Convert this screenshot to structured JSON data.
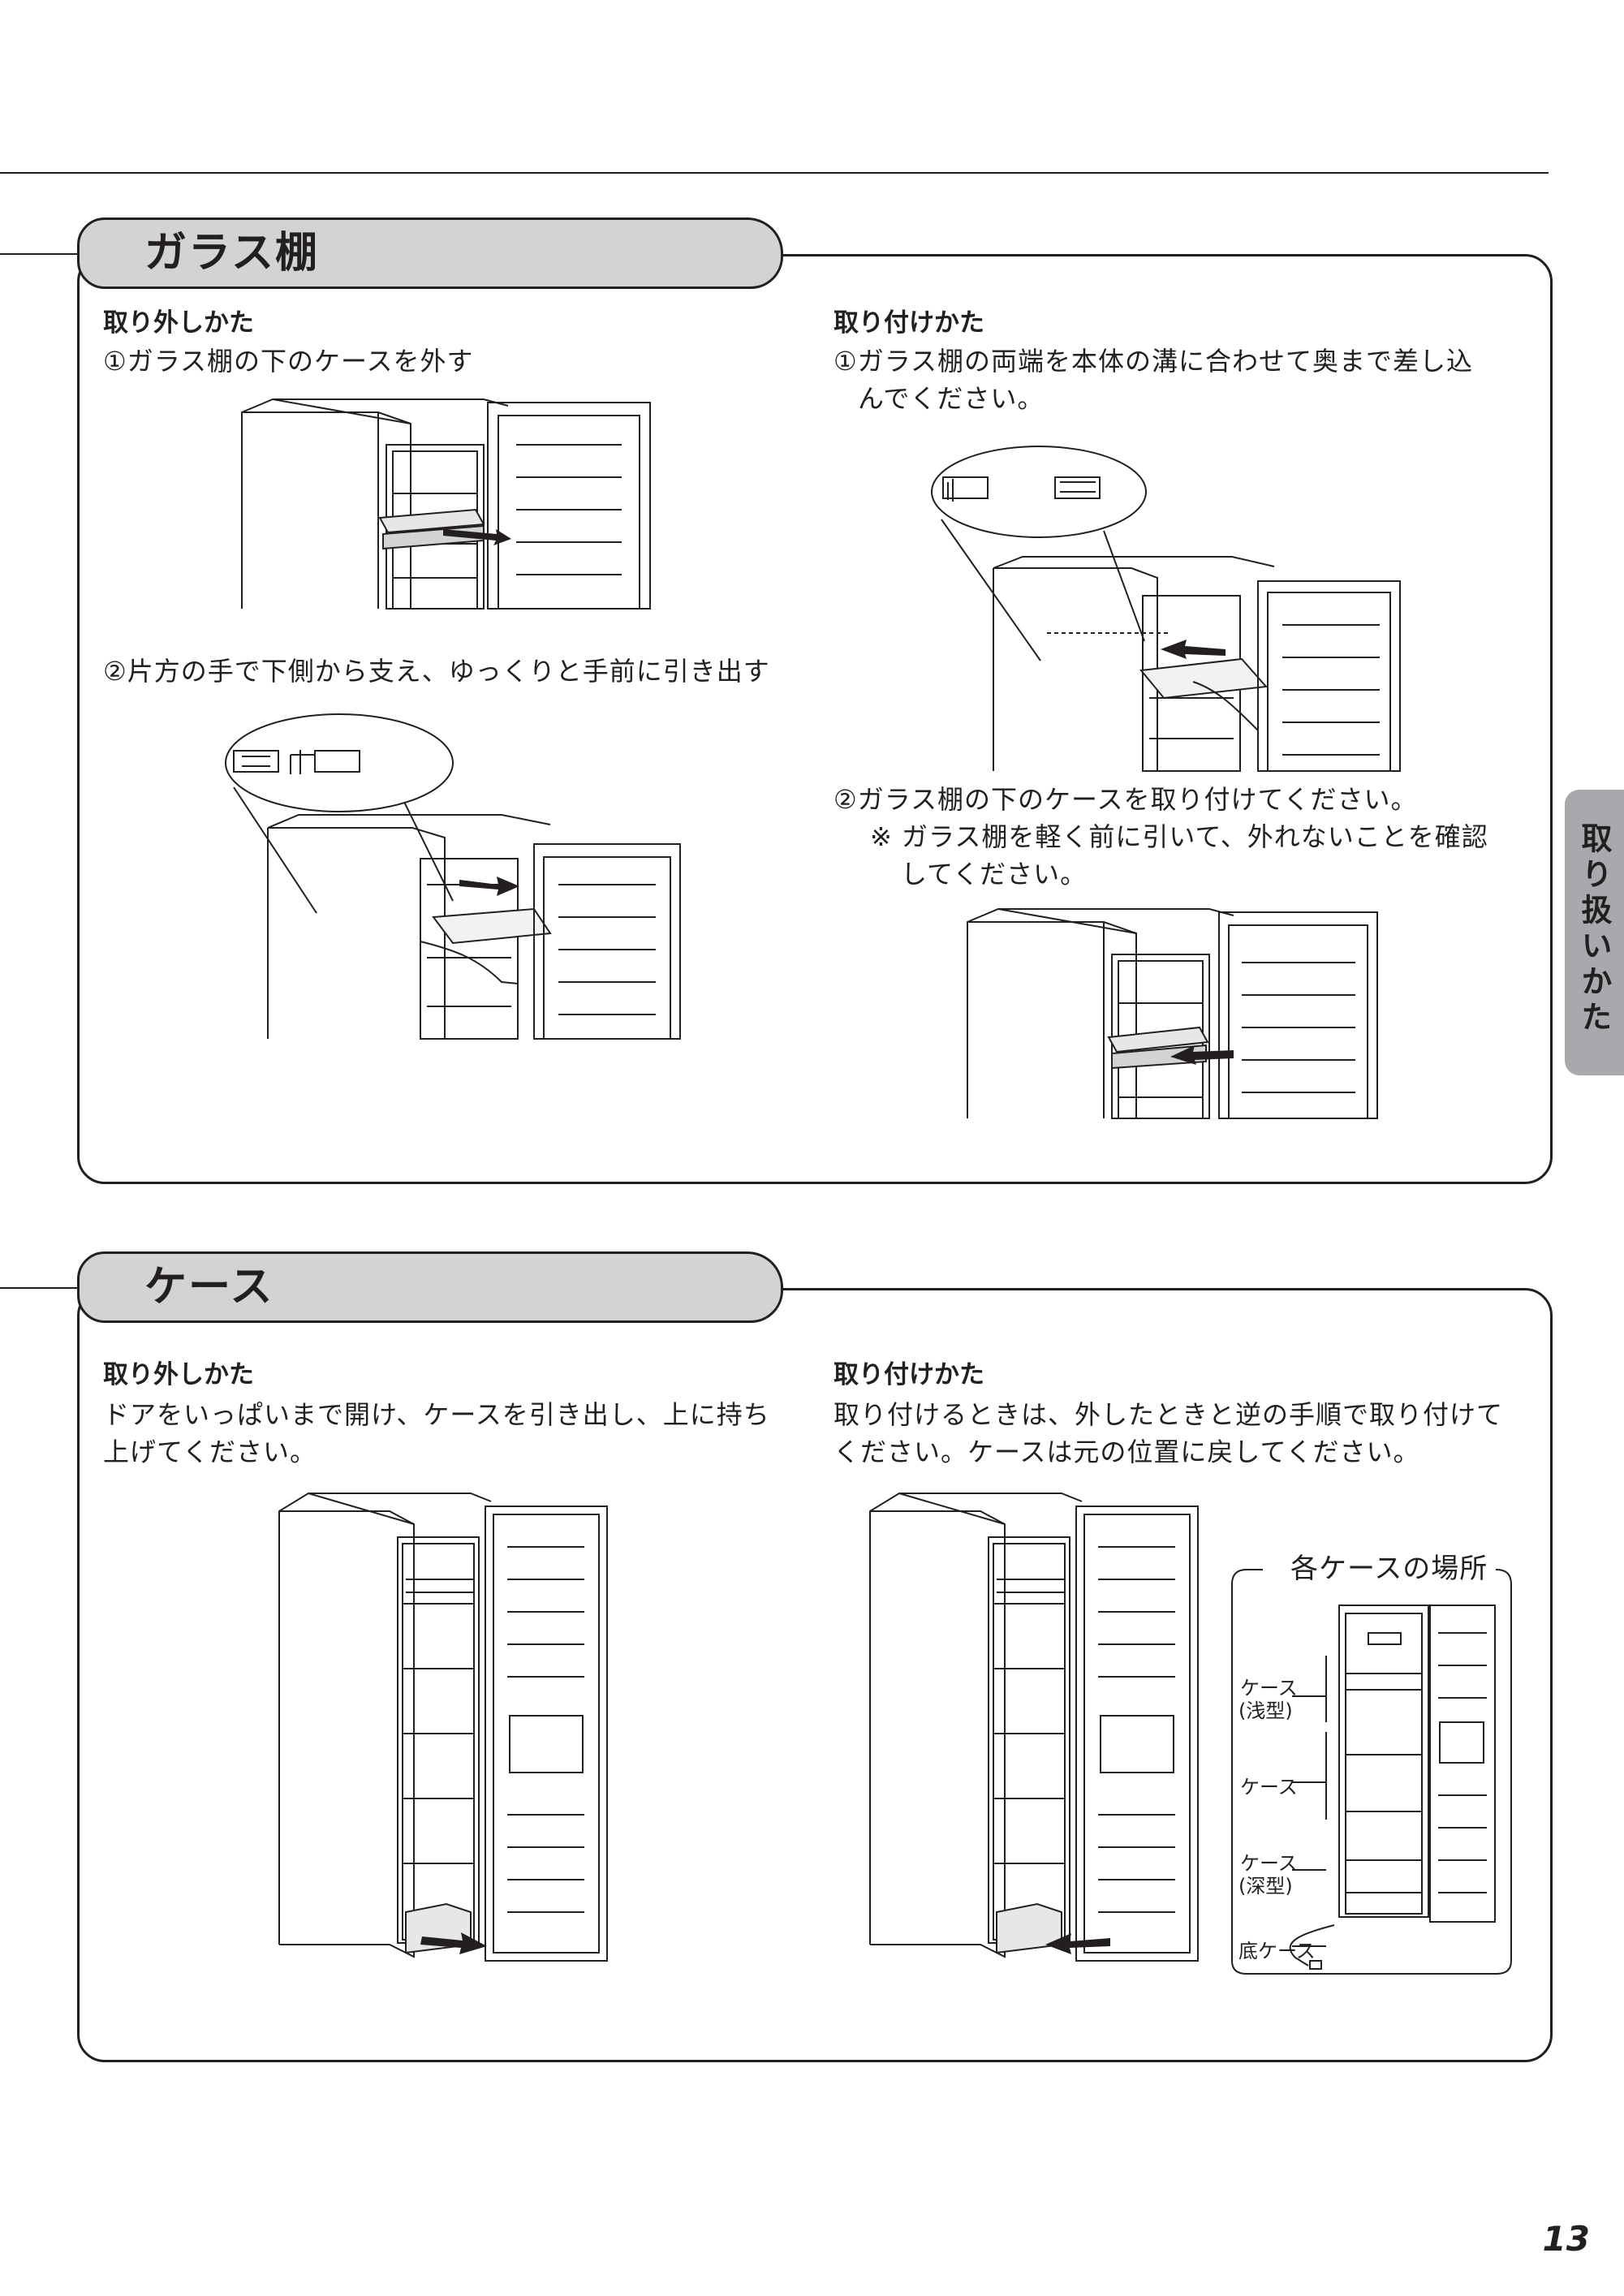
{
  "page_number": "13",
  "side_tab": {
    "label": "取り扱いかた"
  },
  "sections": {
    "glass_shelf": {
      "title": "ガラス棚",
      "removal": {
        "heading": "取り外しかた",
        "step1": "①ガラス棚の下のケースを外す",
        "step2": "②片方の手で下側から支え、ゆっくりと手前に引き出す"
      },
      "install": {
        "heading": "取り付けかた",
        "step1_line1": "①ガラス棚の両端を本体の溝に合わせて奥まで差し込",
        "step1_line2": "んでください。",
        "step2": "②ガラス棚の下のケースを取り付けてください。",
        "note_line1": "※ ガラス棚を軽く前に引いて、外れないことを確認",
        "note_line2": "してください。"
      }
    },
    "case": {
      "title": "ケース",
      "removal": {
        "heading": "取り外しかた",
        "line1": "ドアをいっぱいまで開け、ケースを引き出し、上に持ち",
        "line2": "上げてください。"
      },
      "install": {
        "heading": "取り付けかた",
        "line1": "取り付けるときは、外したときと逆の手順で取り付けて",
        "line2": "ください。ケースは元の位置に戻してください。"
      },
      "locations": {
        "title": "各ケースの場所",
        "labels": {
          "shallow_1": "ケース",
          "shallow_2": "(浅型)",
          "normal": "ケース",
          "deep_1": "ケース",
          "deep_2": "(深型)",
          "bottom": "底ケース"
        }
      }
    }
  }
}
